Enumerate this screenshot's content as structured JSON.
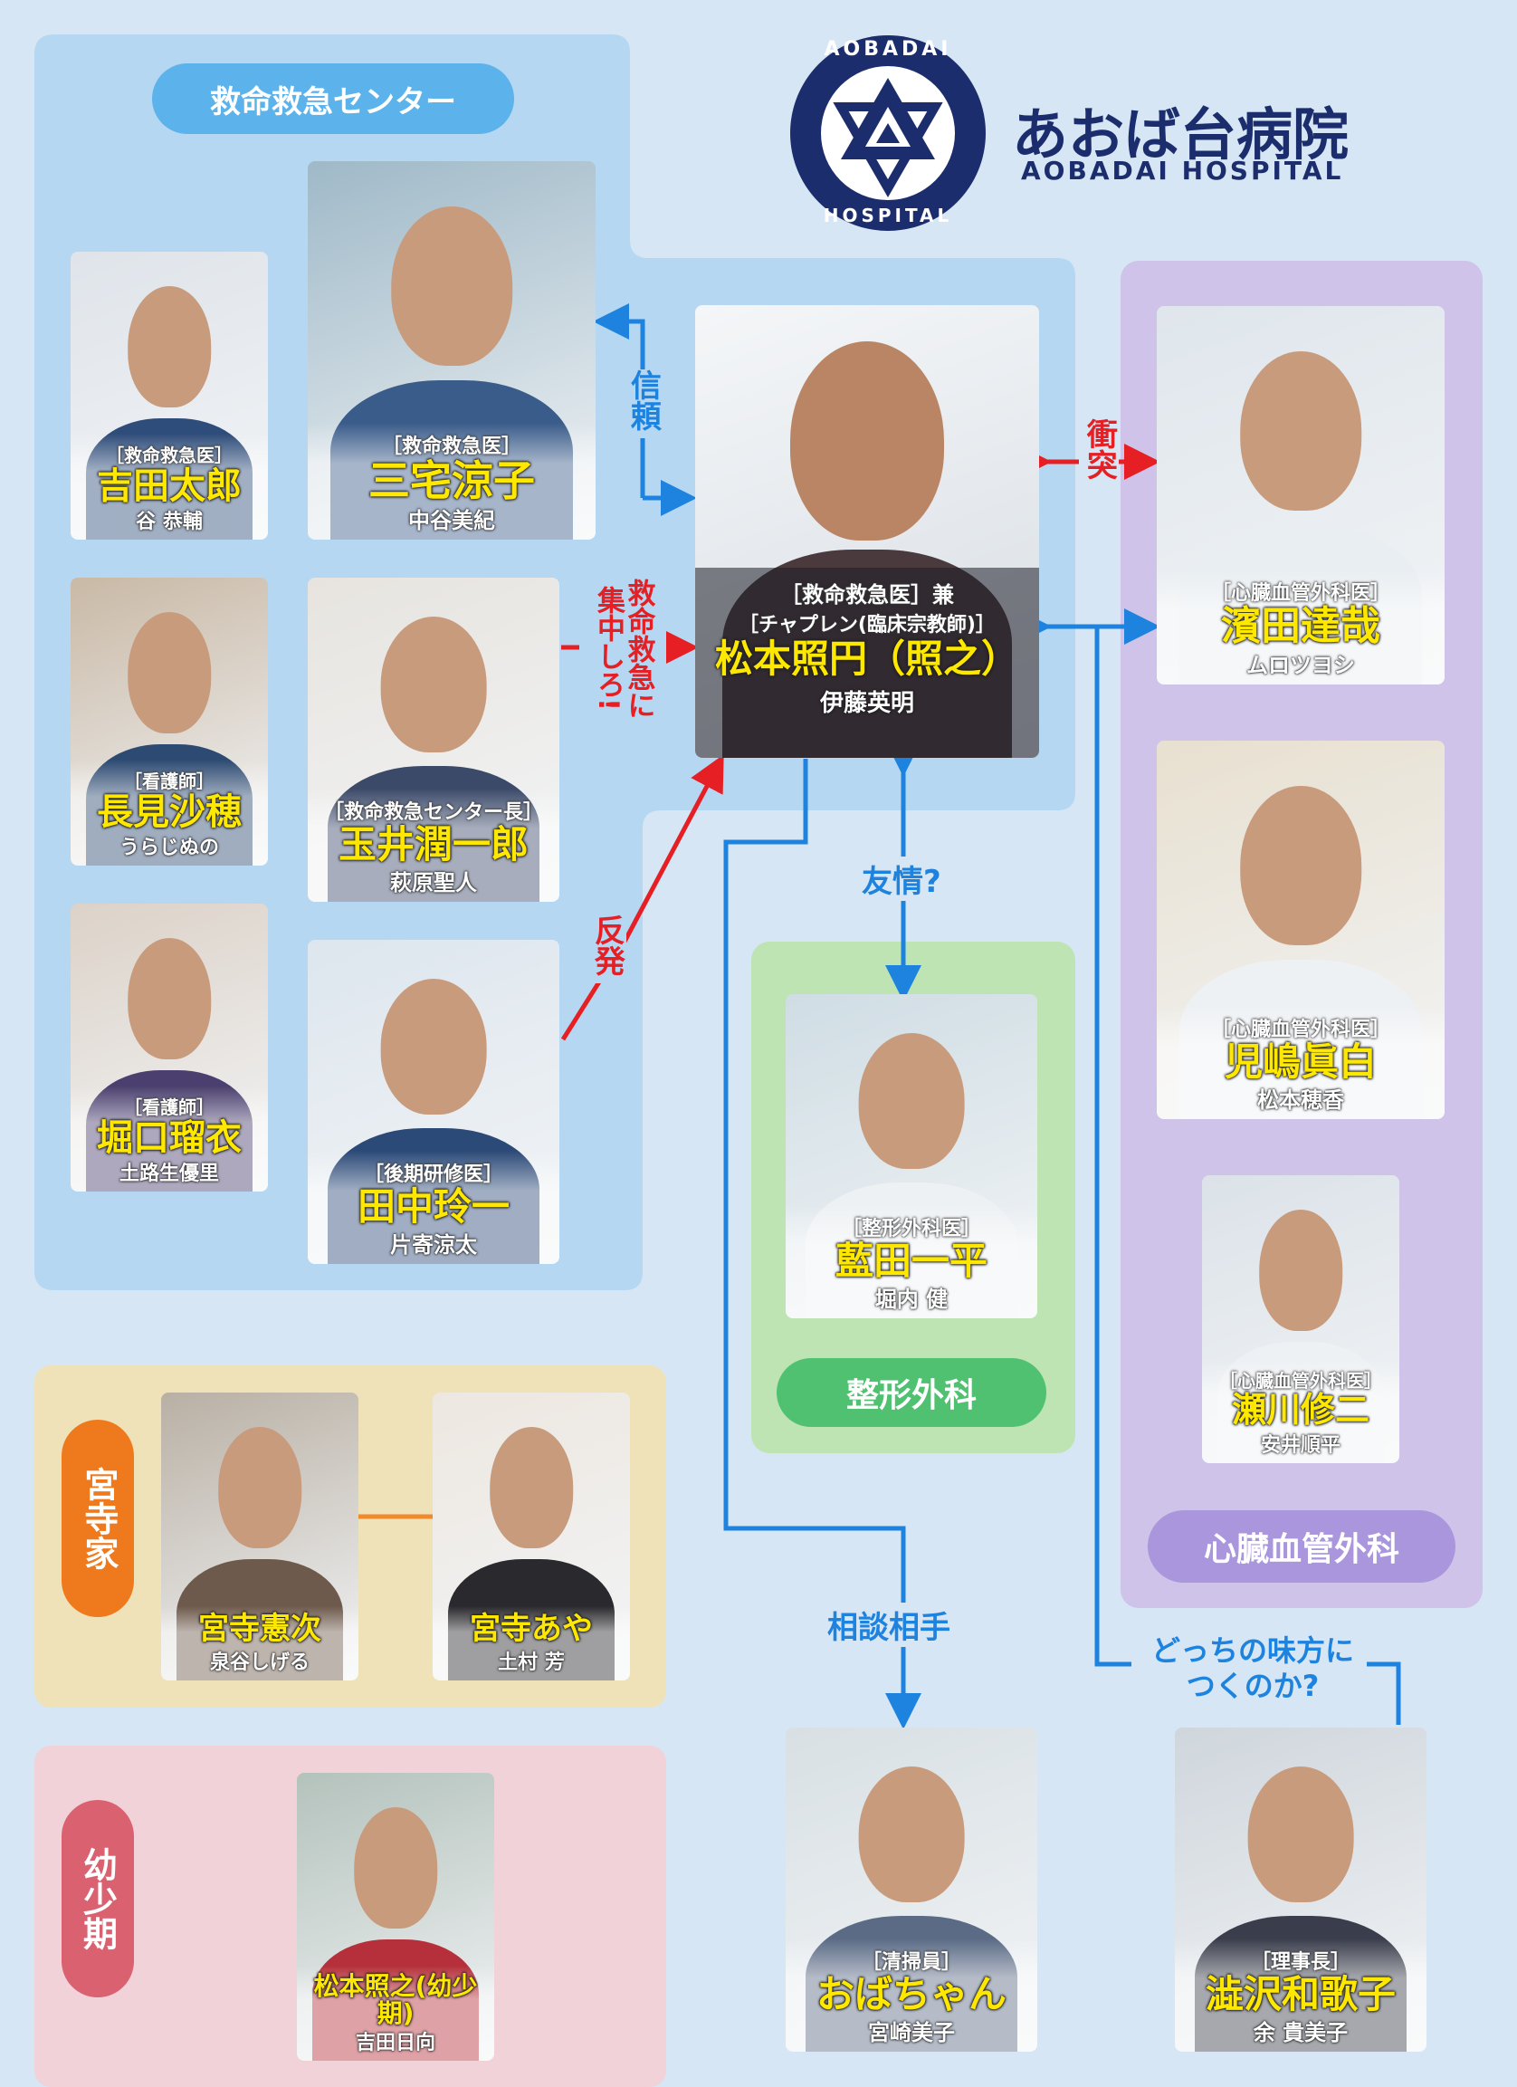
{
  "hospital": {
    "name": "あおば台病院",
    "name_en": "AOBADAI HOSPITAL",
    "emblem_top": "AOBADAI",
    "emblem_bottom": "HOSPITAL"
  },
  "groups": {
    "emergency": "救命救急センター",
    "orthopedics": "整形外科",
    "cardio": "心臓血管外科",
    "miyadera": "宮寺家",
    "childhood": "幼少期"
  },
  "relations": {
    "trust": "信頼",
    "conflict": "衝突",
    "focus": "救命救急に集中しろ!",
    "rebel": "反発",
    "friendship": "友情?",
    "consult": "相談相手",
    "side_line1": "どっちの味方に",
    "side_line2": "つくのか?"
  },
  "characters": {
    "matsumoto": {
      "role1": "［救命救急医］兼",
      "role2": "［チャプレン(臨床宗教師)］",
      "name": "松本照円（照之）",
      "actor": "伊藤英明"
    },
    "miyake": {
      "role": "［救命救急医］",
      "name": "三宅涼子",
      "actor": "中谷美紀"
    },
    "yoshida": {
      "role": "［救命救急医］",
      "name": "吉田太郎",
      "actor": "谷 恭輔"
    },
    "nagami": {
      "role": "［看護師］",
      "name": "長見沙穂",
      "actor": "うらじぬの"
    },
    "tamai": {
      "role": "［救命救急センター長］",
      "name": "玉井潤一郎",
      "actor": "萩原聖人"
    },
    "horiguchi": {
      "role": "［看護師］",
      "name": "堀口瑠衣",
      "actor": "土路生優里"
    },
    "tanaka": {
      "role": "［後期研修医］",
      "name": "田中玲一",
      "actor": "片寄涼太"
    },
    "hamada": {
      "role": "［心臓血管外科医］",
      "name": "濱田達哉",
      "actor": "ムロツヨシ"
    },
    "kojima": {
      "role": "［心臓血管外科医］",
      "name": "児嶋眞白",
      "actor": "松本穂香"
    },
    "segawa": {
      "role": "［心臓血管外科医］",
      "name": "瀬川修二",
      "actor": "安井順平"
    },
    "aida": {
      "role": "［整形外科医］",
      "name": "藍田一平",
      "actor": "堀内 健"
    },
    "kenji": {
      "name": "宮寺憲次",
      "actor": "泉谷しげる"
    },
    "aya": {
      "name": "宮寺あや",
      "actor": "土村 芳"
    },
    "teruyuki_young": {
      "name": "松本照之(幼少期)",
      "actor": "吉田日向"
    },
    "obachan": {
      "role": "［清掃員］",
      "name": "おばちゃん",
      "actor": "宮崎美子"
    },
    "shibusawa": {
      "role": "［理事長］",
      "name": "澁沢和歌子",
      "actor": "余 貴美子"
    }
  },
  "colors": {
    "emergency_panel": "#b5d7f1",
    "emergency_pill": "#5cb2ea",
    "ortho_panel": "#bfe4b4",
    "ortho_pill": "#4fc170",
    "cardio_panel": "#cfc3ea",
    "cardio_pill": "#a996dc",
    "miyadera_panel": "#f0e2b8",
    "miyadera_pill": "#ef7a1e",
    "child_panel": "#f1d2d8",
    "child_pill": "#d96170",
    "blue_line": "#1d83de",
    "red_line": "#e51f24",
    "orange_line": "#f08a2a",
    "name_yellow": "#ffe800",
    "navy": "#1c2d6e"
  }
}
